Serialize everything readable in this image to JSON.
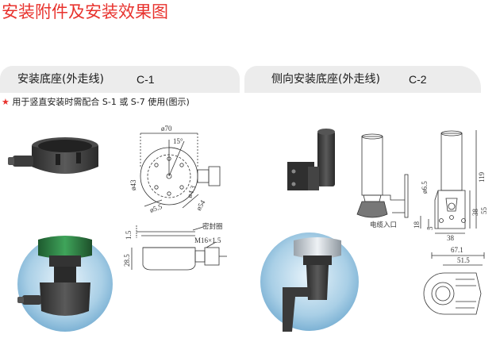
{
  "page": {
    "title": "安装附件及安装效果图"
  },
  "section_c1": {
    "tab_label": "安装底座(外走线)",
    "tab_code": "C-1",
    "note_star": "★",
    "note_text": " 用于竖直安装时需配合 S-1 或 S-7 使用(图示)",
    "drawing": {
      "dim_phi70": "ø70",
      "dim_15deg": "15°",
      "dim_phi43": "ø43",
      "dim_phi5_5": "ø5.5",
      "dim_phi4_3": "ø4.3",
      "dim_phi54": "ø54",
      "dim_1_5": "1.5",
      "label_seal_ring": "密封圈",
      "label_thread": "M16×1.5",
      "dim_28_5": "28.5"
    }
  },
  "section_c2": {
    "tab_label": "侧向安装底座(外走线)",
    "tab_code": "C-2",
    "drawing": {
      "label_cable_entry": "电缆入口",
      "dim_phi6_5": "ø6.5",
      "dim_119": "119",
      "dim_55": "55",
      "dim_38_v": "38",
      "dim_5": "5",
      "dim_18": "18",
      "dim_38_h": "38",
      "dim_67_1": "67.1",
      "dim_51_5": "51.5"
    }
  },
  "colors": {
    "title_red": "#e8322d",
    "tab_gray": "#ececec",
    "product_dark": "#3a3a3a",
    "circle_blue": "#7fb4d6"
  }
}
